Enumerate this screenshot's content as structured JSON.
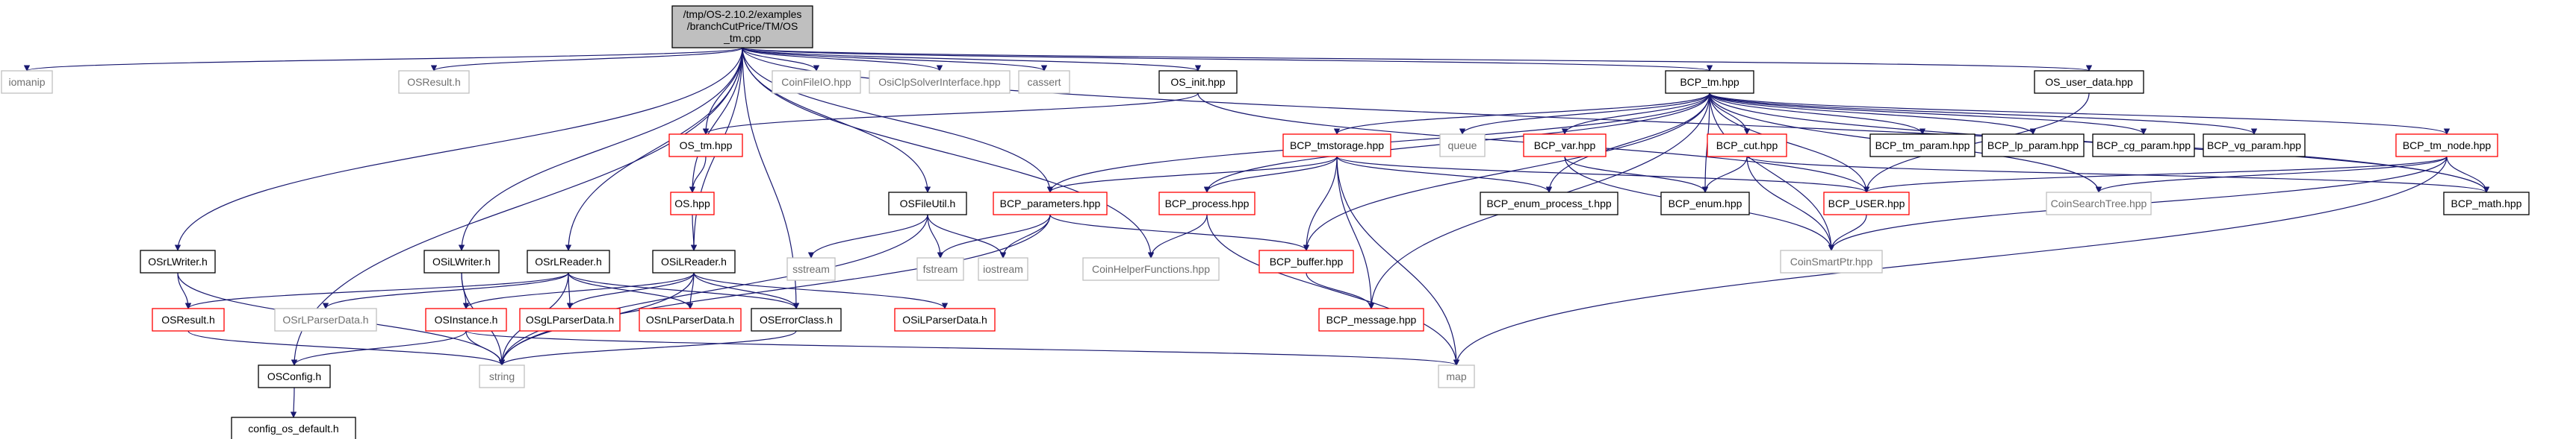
{
  "diagram": {
    "title": "Include dependency graph",
    "colors": {
      "edge": "#191970",
      "root_fill": "#bfbfbf",
      "documented_border": "#000000",
      "undocumented_border": "#bfbfbf",
      "truncated_border": "#ff0000"
    },
    "root": {
      "id": "root",
      "lines": [
        "/tmp/OS-2.10.2/examples",
        "/branchCutPrice/TM/OS",
        "_tm.cpp"
      ]
    },
    "nodes": [
      {
        "id": "iomanip",
        "label": "iomanip",
        "kind": "gray"
      },
      {
        "id": "osresult_h_top",
        "label": "OSResult.h",
        "kind": "gray"
      },
      {
        "id": "coinfileio",
        "label": "CoinFileIO.hpp",
        "kind": "gray"
      },
      {
        "id": "osiclp",
        "label": "OsiClpSolverInterface.hpp",
        "kind": "gray"
      },
      {
        "id": "cassert",
        "label": "cassert",
        "kind": "gray"
      },
      {
        "id": "os_init",
        "label": "OS_init.hpp",
        "kind": "black"
      },
      {
        "id": "bcp_tm",
        "label": "BCP_tm.hpp",
        "kind": "black"
      },
      {
        "id": "os_user_data",
        "label": "OS_user_data.hpp",
        "kind": "black"
      },
      {
        "id": "os_tm",
        "label": "OS_tm.hpp",
        "kind": "red"
      },
      {
        "id": "bcp_tmstorage",
        "label": "BCP_tmstorage.hpp",
        "kind": "red"
      },
      {
        "id": "queue",
        "label": "queue",
        "kind": "gray"
      },
      {
        "id": "bcp_var",
        "label": "BCP_var.hpp",
        "kind": "red"
      },
      {
        "id": "bcp_cut",
        "label": "BCP_cut.hpp",
        "kind": "red"
      },
      {
        "id": "bcp_tm_param",
        "label": "BCP_tm_param.hpp",
        "kind": "black"
      },
      {
        "id": "bcp_lp_param",
        "label": "BCP_lp_param.hpp",
        "kind": "black"
      },
      {
        "id": "bcp_cg_param",
        "label": "BCP_cg_param.hpp",
        "kind": "black"
      },
      {
        "id": "bcp_vg_param",
        "label": "BCP_vg_param.hpp",
        "kind": "black"
      },
      {
        "id": "bcp_tm_node",
        "label": "BCP_tm_node.hpp",
        "kind": "red"
      },
      {
        "id": "os_hpp",
        "label": "OS.hpp",
        "kind": "red"
      },
      {
        "id": "osfileutil",
        "label": "OSFileUtil.h",
        "kind": "black"
      },
      {
        "id": "bcp_parameters",
        "label": "BCP_parameters.hpp",
        "kind": "red"
      },
      {
        "id": "bcp_process",
        "label": "BCP_process.hpp",
        "kind": "red"
      },
      {
        "id": "bcp_enum_process_t",
        "label": "BCP_enum_process_t.hpp",
        "kind": "black"
      },
      {
        "id": "bcp_enum",
        "label": "BCP_enum.hpp",
        "kind": "black"
      },
      {
        "id": "bcp_user",
        "label": "BCP_USER.hpp",
        "kind": "red"
      },
      {
        "id": "coinsearchtree",
        "label": "CoinSearchTree.hpp",
        "kind": "gray"
      },
      {
        "id": "bcp_math",
        "label": "BCP_math.hpp",
        "kind": "black"
      },
      {
        "id": "osrlwriter",
        "label": "OSrLWriter.h",
        "kind": "black"
      },
      {
        "id": "osilwriter",
        "label": "OSiLWriter.h",
        "kind": "black"
      },
      {
        "id": "osrlreader",
        "label": "OSrLReader.h",
        "kind": "black"
      },
      {
        "id": "osilreader",
        "label": "OSiLReader.h",
        "kind": "black"
      },
      {
        "id": "sstream",
        "label": "sstream",
        "kind": "gray"
      },
      {
        "id": "fstream",
        "label": "fstream",
        "kind": "gray"
      },
      {
        "id": "iostream",
        "label": "iostream",
        "kind": "gray"
      },
      {
        "id": "coinhelper",
        "label": "CoinHelperFunctions.hpp",
        "kind": "gray"
      },
      {
        "id": "bcp_buffer",
        "label": "BCP_buffer.hpp",
        "kind": "red"
      },
      {
        "id": "coinsmartptr",
        "label": "CoinSmartPtr.hpp",
        "kind": "gray"
      },
      {
        "id": "osresult_h",
        "label": "OSResult.h",
        "kind": "red"
      },
      {
        "id": "osrlparserdata",
        "label": "OSrLParserData.h",
        "kind": "gray"
      },
      {
        "id": "osinstance",
        "label": "OSInstance.h",
        "kind": "red"
      },
      {
        "id": "osglparserdata",
        "label": "OSgLParserData.h",
        "kind": "red"
      },
      {
        "id": "osnlparserdata",
        "label": "OSnLParserData.h",
        "kind": "red"
      },
      {
        "id": "oserrorclass",
        "label": "OSErrorClass.h",
        "kind": "black"
      },
      {
        "id": "osilparserdata",
        "label": "OSiLParserData.h",
        "kind": "red"
      },
      {
        "id": "bcp_message",
        "label": "BCP_message.hpp",
        "kind": "red"
      },
      {
        "id": "string",
        "label": "string",
        "kind": "gray"
      },
      {
        "id": "map",
        "label": "map",
        "kind": "gray"
      },
      {
        "id": "osconfig",
        "label": "OSConfig.h",
        "kind": "black"
      },
      {
        "id": "config_os_default",
        "label": "config_os_default.h",
        "kind": "black"
      }
    ],
    "edges": [
      [
        "root",
        "iomanip"
      ],
      [
        "root",
        "osresult_h_top"
      ],
      [
        "root",
        "coinfileio"
      ],
      [
        "root",
        "osiclp"
      ],
      [
        "root",
        "cassert"
      ],
      [
        "root",
        "os_init"
      ],
      [
        "root",
        "bcp_tm"
      ],
      [
        "root",
        "os_user_data"
      ],
      [
        "root",
        "bcp_math"
      ],
      [
        "root",
        "os_tm"
      ],
      [
        "root",
        "os_hpp"
      ],
      [
        "root",
        "osilreader"
      ],
      [
        "root",
        "oserrorclass"
      ],
      [
        "root",
        "osconfig"
      ],
      [
        "root",
        "osrlwriter"
      ],
      [
        "root",
        "osilwriter"
      ],
      [
        "root",
        "osrlreader"
      ],
      [
        "root",
        "osfileutil"
      ],
      [
        "root",
        "bcp_parameters"
      ],
      [
        "root",
        "coinhelper"
      ],
      [
        "os_init",
        "os_tm"
      ],
      [
        "os_init",
        "bcp_user"
      ],
      [
        "os_tm",
        "os_hpp"
      ],
      [
        "os_hpp",
        "osilreader"
      ],
      [
        "bcp_tm",
        "bcp_tmstorage"
      ],
      [
        "bcp_tm",
        "queue"
      ],
      [
        "bcp_tm",
        "bcp_var"
      ],
      [
        "bcp_tm",
        "bcp_cut"
      ],
      [
        "bcp_tm",
        "bcp_tm_param"
      ],
      [
        "bcp_tm",
        "bcp_lp_param"
      ],
      [
        "bcp_tm",
        "bcp_cg_param"
      ],
      [
        "bcp_tm",
        "bcp_vg_param"
      ],
      [
        "bcp_tm",
        "bcp_tm_node"
      ],
      [
        "bcp_tm",
        "bcp_math"
      ],
      [
        "bcp_tm",
        "bcp_parameters"
      ],
      [
        "bcp_tm",
        "bcp_process"
      ],
      [
        "bcp_tm",
        "bcp_buffer"
      ],
      [
        "bcp_tm",
        "bcp_message"
      ],
      [
        "bcp_tm",
        "bcp_enum_process_t"
      ],
      [
        "bcp_tm",
        "bcp_enum"
      ],
      [
        "bcp_tm",
        "coinsearchtree"
      ],
      [
        "bcp_tm",
        "coinsmartptr"
      ],
      [
        "bcp_tm",
        "bcp_user"
      ],
      [
        "os_user_data",
        "bcp_user"
      ],
      [
        "bcp_tmstorage",
        "bcp_parameters"
      ],
      [
        "bcp_tmstorage",
        "bcp_process"
      ],
      [
        "bcp_tmstorage",
        "bcp_enum_process_t"
      ],
      [
        "bcp_tmstorage",
        "bcp_user"
      ],
      [
        "bcp_tmstorage",
        "bcp_buffer"
      ],
      [
        "bcp_tmstorage",
        "bcp_message"
      ],
      [
        "bcp_tmstorage",
        "map"
      ],
      [
        "bcp_var",
        "bcp_enum"
      ],
      [
        "bcp_var",
        "coinsmartptr"
      ],
      [
        "bcp_cut",
        "bcp_enum"
      ],
      [
        "bcp_cut",
        "coinsmartptr"
      ],
      [
        "bcp_cut",
        "bcp_math"
      ],
      [
        "bcp_tm_node",
        "bcp_math"
      ],
      [
        "bcp_tm_node",
        "bcp_user"
      ],
      [
        "bcp_tm_node",
        "coinsearchtree"
      ],
      [
        "bcp_tm_node",
        "coinsmartptr"
      ],
      [
        "bcp_tm_node",
        "map"
      ],
      [
        "bcp_parameters",
        "fstream"
      ],
      [
        "bcp_parameters",
        "iostream"
      ],
      [
        "bcp_parameters",
        "string"
      ],
      [
        "bcp_parameters",
        "bcp_buffer"
      ],
      [
        "bcp_process",
        "coinhelper"
      ],
      [
        "bcp_process",
        "map"
      ],
      [
        "bcp_user",
        "coinsmartptr"
      ],
      [
        "bcp_buffer",
        "bcp_message"
      ],
      [
        "osfileutil",
        "sstream"
      ],
      [
        "osfileutil",
        "fstream"
      ],
      [
        "osfileutil",
        "iostream"
      ],
      [
        "osfileutil",
        "string"
      ],
      [
        "osrlwriter",
        "osresult_h"
      ],
      [
        "osrlwriter",
        "string"
      ],
      [
        "osilwriter",
        "osinstance"
      ],
      [
        "osilwriter",
        "string"
      ],
      [
        "osrlreader",
        "osresult_h"
      ],
      [
        "osrlreader",
        "osrlparserdata"
      ],
      [
        "osrlreader",
        "osglparserdata"
      ],
      [
        "osrlreader",
        "osnlparserdata"
      ],
      [
        "osrlreader",
        "oserrorclass"
      ],
      [
        "osrlreader",
        "string"
      ],
      [
        "osilreader",
        "osinstance"
      ],
      [
        "osilreader",
        "osglparserdata"
      ],
      [
        "osilreader",
        "osnlparserdata"
      ],
      [
        "osilreader",
        "oserrorclass"
      ],
      [
        "osilreader",
        "osilparserdata"
      ],
      [
        "osilreader",
        "string"
      ],
      [
        "osresult_h",
        "string"
      ],
      [
        "osinstance",
        "string"
      ],
      [
        "osinstance",
        "osconfig"
      ],
      [
        "osinstance",
        "map"
      ],
      [
        "oserrorclass",
        "string"
      ],
      [
        "osconfig",
        "config_os_default"
      ]
    ]
  }
}
